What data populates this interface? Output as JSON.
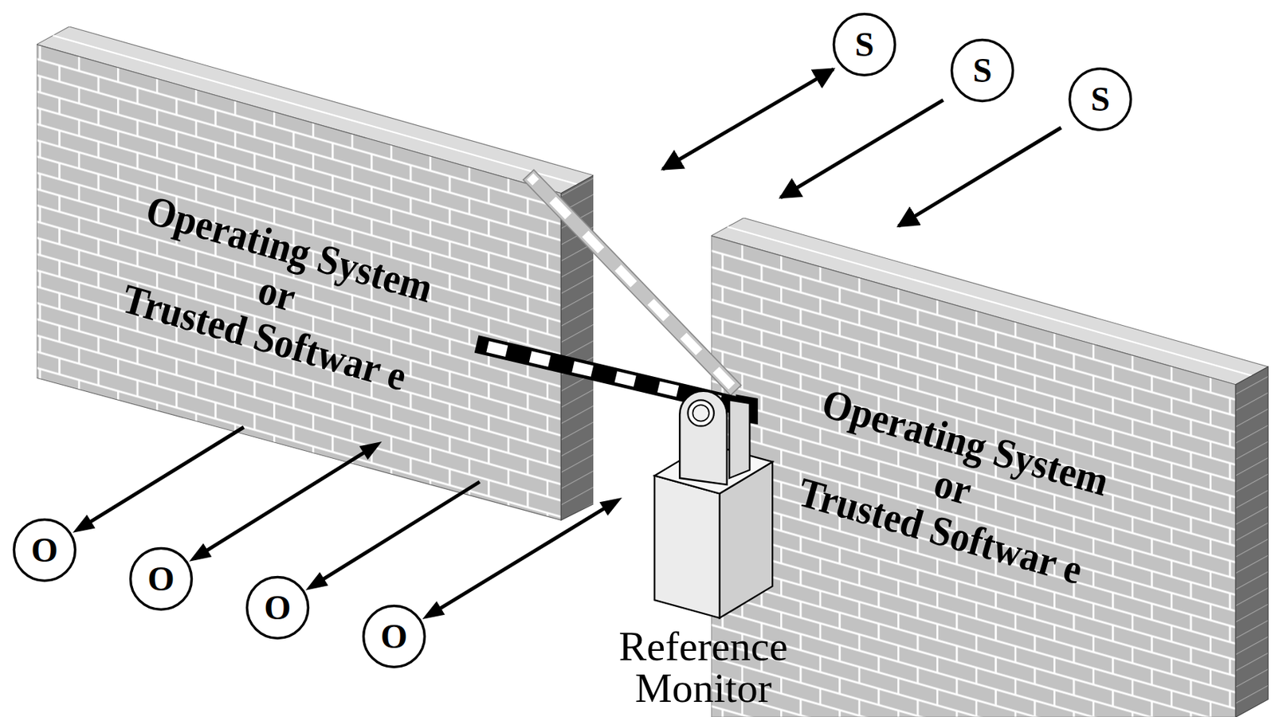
{
  "diagram": {
    "nodes": [
      {
        "text": [
          "Operating System or Trusted Softwar e"
        ]
      },
      {
        "text": [
          "S"
        ]
      },
      {
        "text": [
          "S"
        ]
      },
      {
        "text": [
          "S"
        ]
      },
      {
        "text": [
          "Operating System or Trusted Softwar e"
        ]
      },
      {
        "text": [
          "O"
        ]
      },
      {
        "text": [
          "O"
        ]
      },
      {
        "text": [
          "O"
        ]
      },
      {
        "text": [
          "O"
        ]
      }
    ],
    "edges": [
      {
        "from": 0,
        "to": 5,
        "arrow": "to"
      },
      {
        "from": 0,
        "to": 6,
        "arrow": "both"
      },
      {
        "from": 0,
        "to": 7,
        "arrow": "to"
      },
      {
        "from": 0,
        "to": 8,
        "arrow": "both"
      }
    ],
    "labels": [
      "Reference Monitor"
    ]
  }
}
